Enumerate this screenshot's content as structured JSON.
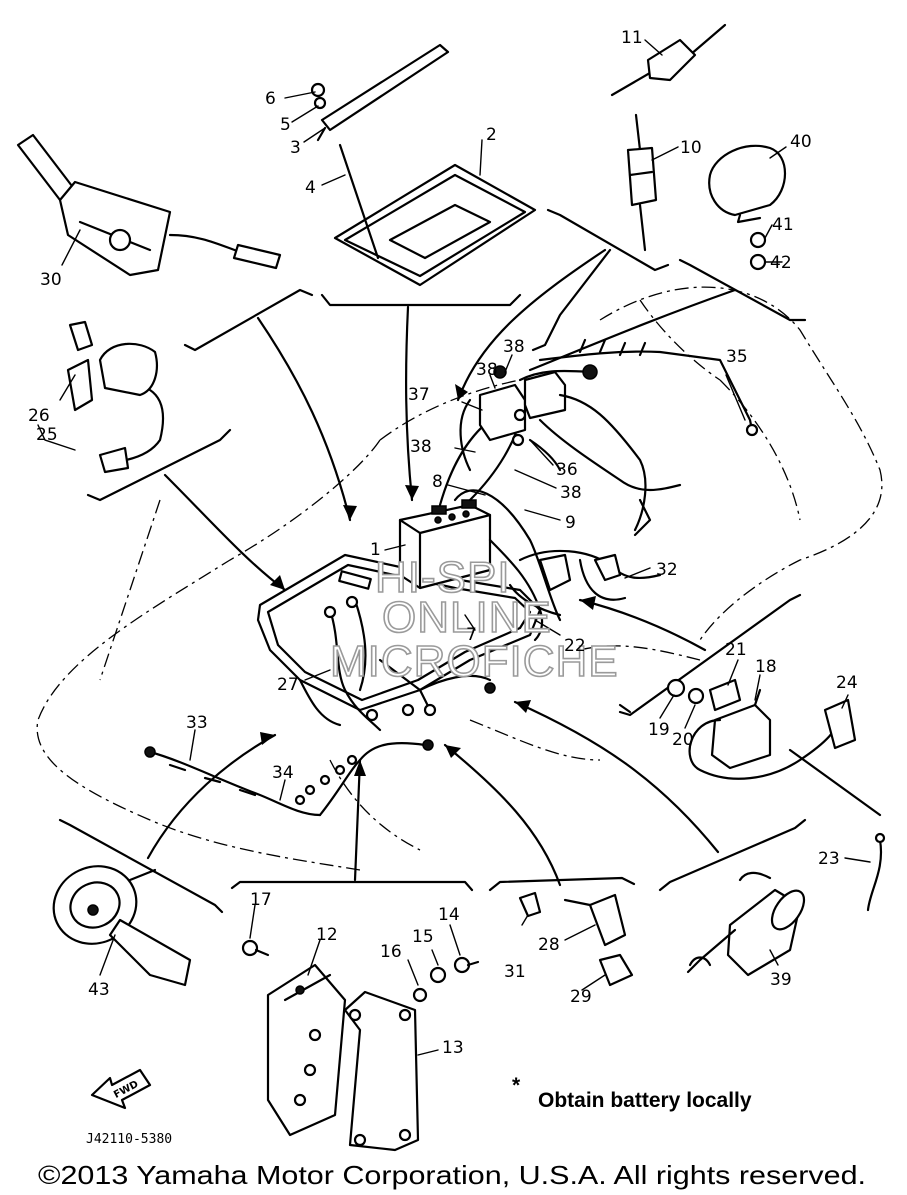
{
  "diagram": {
    "callouts": [
      {
        "id": "p1",
        "text": "1"
      },
      {
        "id": "p2",
        "text": "2"
      },
      {
        "id": "p3",
        "text": "3"
      },
      {
        "id": "p4",
        "text": "4"
      },
      {
        "id": "p5",
        "text": "5"
      },
      {
        "id": "p6",
        "text": "6"
      },
      {
        "id": "p7",
        "text": "7"
      },
      {
        "id": "p8",
        "text": "8"
      },
      {
        "id": "p9",
        "text": "9"
      },
      {
        "id": "p10",
        "text": "10"
      },
      {
        "id": "p11",
        "text": "11"
      },
      {
        "id": "p12",
        "text": "12"
      },
      {
        "id": "p13",
        "text": "13"
      },
      {
        "id": "p14",
        "text": "14"
      },
      {
        "id": "p15",
        "text": "15"
      },
      {
        "id": "p16",
        "text": "16"
      },
      {
        "id": "p17",
        "text": "17"
      },
      {
        "id": "p18",
        "text": "18"
      },
      {
        "id": "p19",
        "text": "19"
      },
      {
        "id": "p20",
        "text": "20"
      },
      {
        "id": "p21",
        "text": "21"
      },
      {
        "id": "p22",
        "text": "22"
      },
      {
        "id": "p23",
        "text": "23"
      },
      {
        "id": "p24",
        "text": "24"
      },
      {
        "id": "p25",
        "text": "25"
      },
      {
        "id": "p26",
        "text": "26"
      },
      {
        "id": "p27",
        "text": "27"
      },
      {
        "id": "p28",
        "text": "28"
      },
      {
        "id": "p29",
        "text": "29"
      },
      {
        "id": "p30",
        "text": "30"
      },
      {
        "id": "p31",
        "text": "31"
      },
      {
        "id": "p32",
        "text": "32"
      },
      {
        "id": "p33",
        "text": "33"
      },
      {
        "id": "p34",
        "text": "34"
      },
      {
        "id": "p35",
        "text": "35"
      },
      {
        "id": "p36",
        "text": "36"
      },
      {
        "id": "p37",
        "text": "37"
      },
      {
        "id": "p38a",
        "text": "38"
      },
      {
        "id": "p38b",
        "text": "38"
      },
      {
        "id": "p38c",
        "text": "38"
      },
      {
        "id": "p38d",
        "text": "38"
      },
      {
        "id": "p39",
        "text": "39"
      },
      {
        "id": "p40",
        "text": "40"
      },
      {
        "id": "p41",
        "text": "41"
      },
      {
        "id": "p42",
        "text": "42"
      },
      {
        "id": "p43",
        "text": "43"
      }
    ],
    "watermark": [
      "HI-SPI",
      "ONLINE",
      "MICROFICHE"
    ],
    "note_symbol": "*",
    "note_text": "Obtain battery locally",
    "drawing_code": "J42110-5380",
    "fwd_label": "FWD",
    "copyright": "©2013 Yamaha Motor Corporation, U.S.A. All rights reserved."
  }
}
